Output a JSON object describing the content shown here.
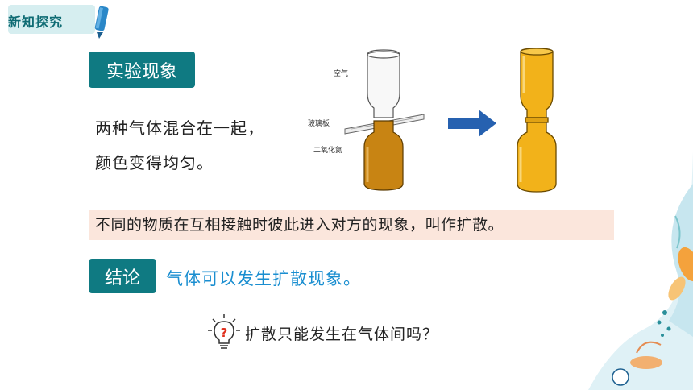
{
  "header": {
    "tag": "新知探究"
  },
  "section_experiment": {
    "badge": "实验现象",
    "text_line1": "两种气体混合在一起，",
    "text_line2": "颜色变得均匀。",
    "labels": {
      "air": "空气",
      "glass": "玻璃板",
      "gas": "二氧化氮"
    }
  },
  "definition": "不同的物质在互相接触时彼此进入对方的现象，叫作扩散。",
  "conclusion": {
    "badge": "结论",
    "text": "气体可以发生扩散现象。"
  },
  "question": {
    "text": "扩散只能发生在气体间吗？",
    "bulb_mark": "?"
  },
  "colors": {
    "accent": "#0f7a82",
    "highlight": "#fbe6dc",
    "blue_text": "#1a8ed0",
    "gas": "#d28a1a"
  },
  "icons": [
    "pen-icon",
    "arrow-right-icon",
    "lightbulb-icon"
  ]
}
